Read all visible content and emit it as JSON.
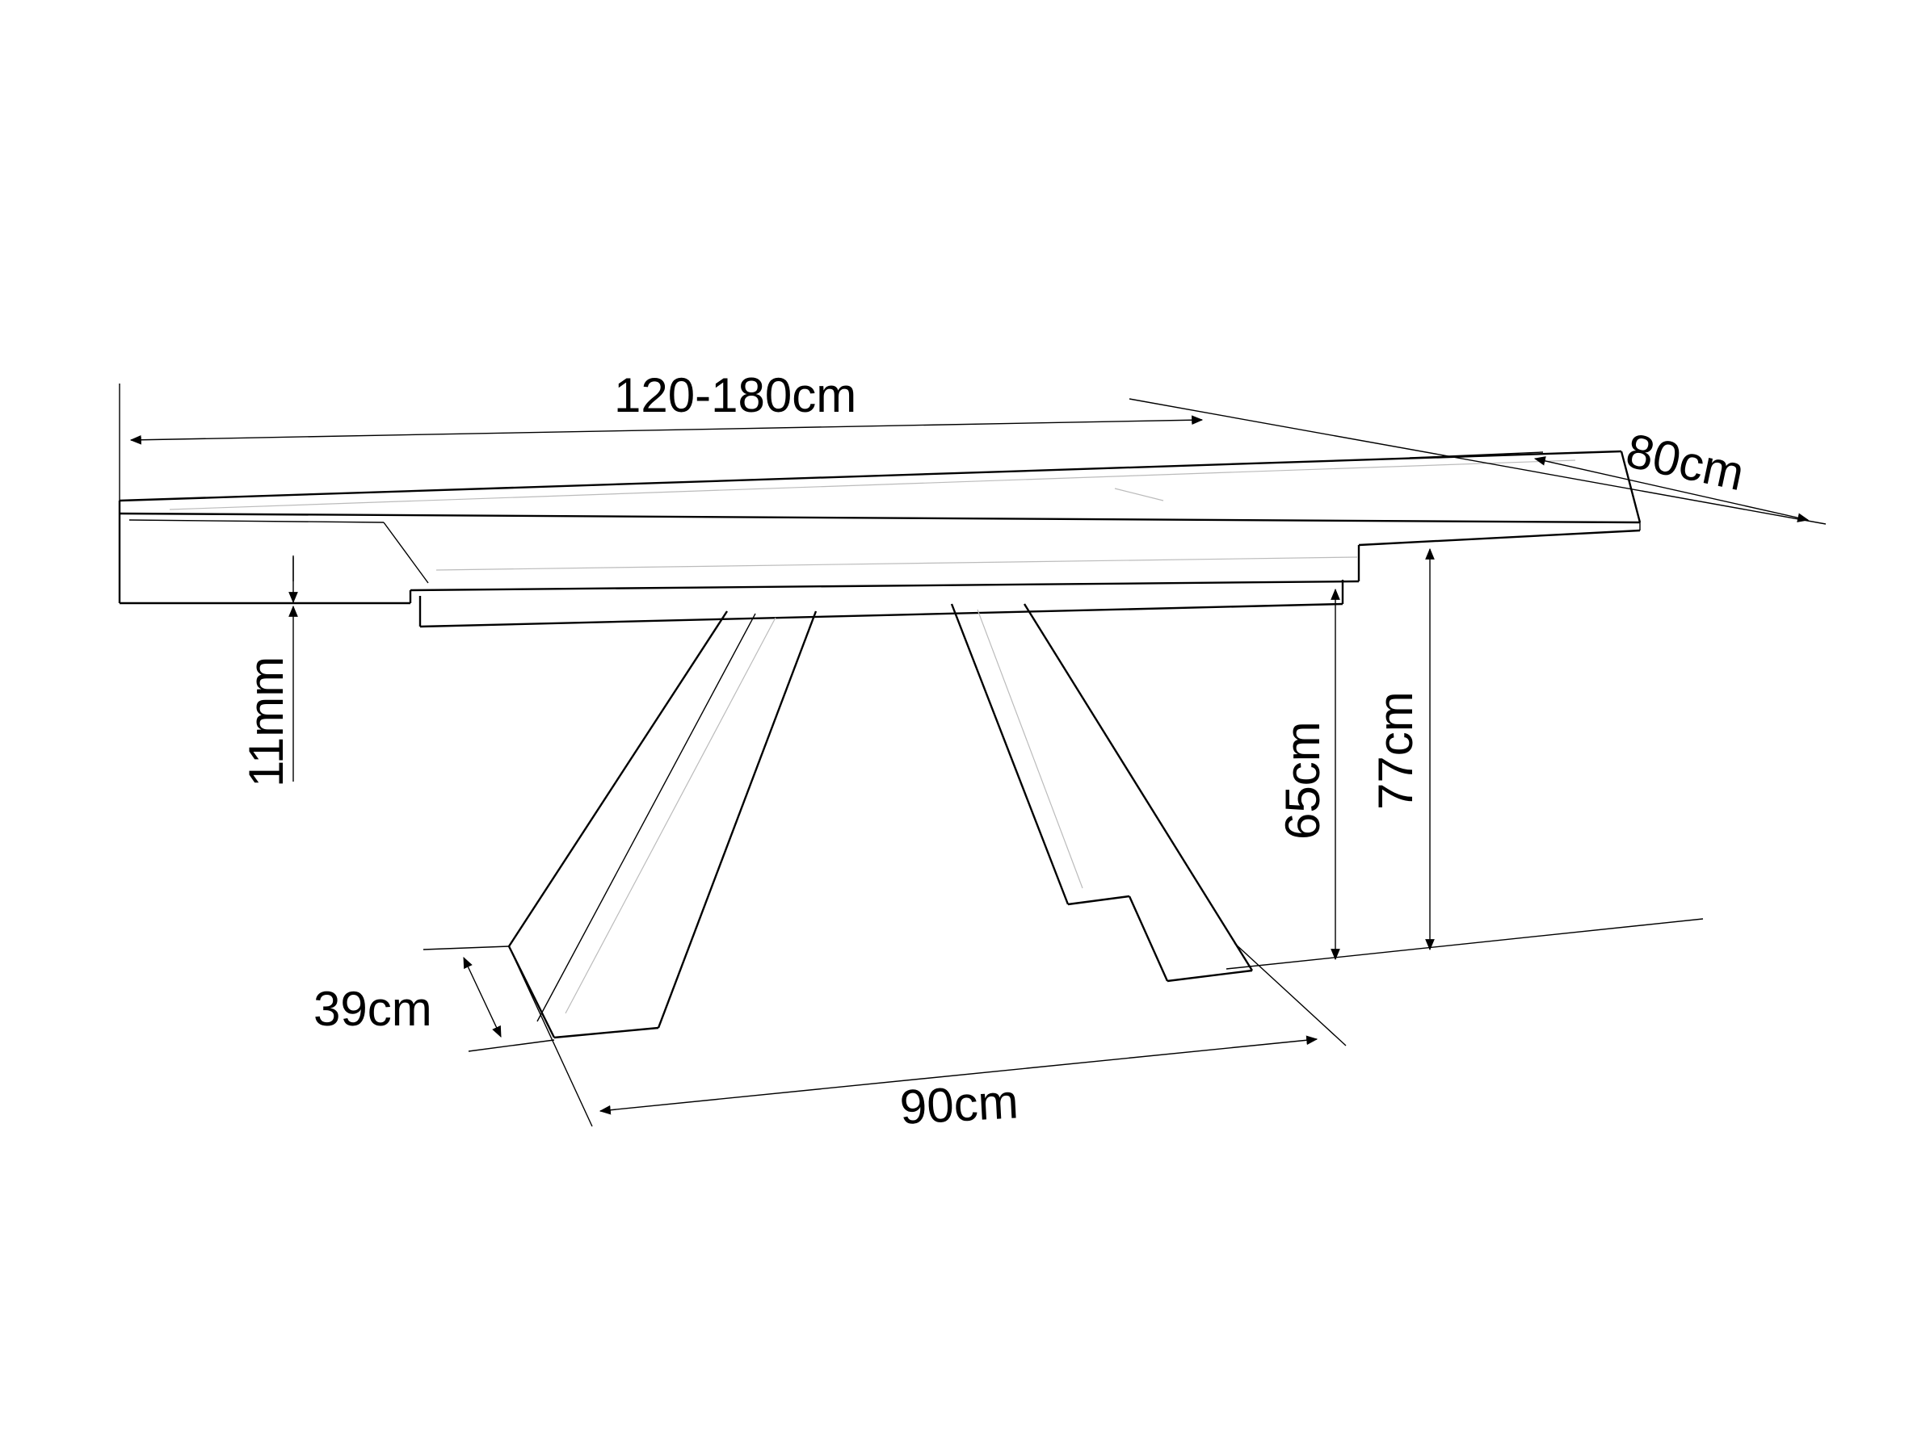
{
  "dimensions": {
    "length": "120-180cm",
    "depth": "80cm",
    "glass_thickness": "11mm",
    "frame_height": "65cm",
    "total_height": "77cm",
    "foot_depth": "39cm",
    "base_length": "90cm"
  },
  "colors": {
    "line": "#000000",
    "background": "#ffffff"
  }
}
